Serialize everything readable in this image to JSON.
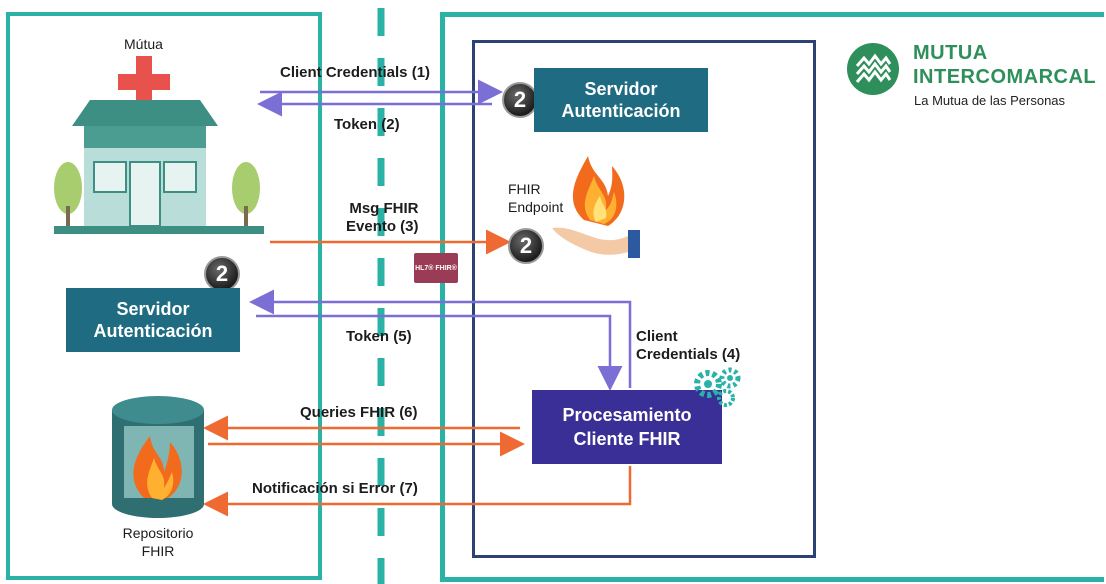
{
  "hospital": {
    "label": "Mútua"
  },
  "auth_server_top": {
    "label_line1": "Servidor",
    "label_line2": "Autenticación",
    "badge": "2"
  },
  "auth_server_left": {
    "label_line1": "Servidor",
    "label_line2": "Autenticación",
    "badge": "2"
  },
  "fhir_endpoint": {
    "label_line1": "FHIR",
    "label_line2": "Endpoint",
    "badge": "2",
    "tag": "HL7® FHIR®"
  },
  "processing": {
    "label_line1": "Procesamiento",
    "label_line2": "Cliente FHIR"
  },
  "repository": {
    "label_line1": "Repositorio",
    "label_line2": "FHIR"
  },
  "logo": {
    "line1": "MUTUA",
    "line2": "INTERCOMARCAL",
    "tagline": "La Mutua de las Personas"
  },
  "flows": {
    "client_credentials_1": "Client Credentials (1)",
    "token_2": "Token (2)",
    "msg_fhir_line1": "Msg FHIR",
    "msg_fhir_line2": "Evento (3)",
    "client_credentials_4_line1": "Client",
    "client_credentials_4_line2": "Credentials (4)",
    "token_5": "Token (5)",
    "queries_6": "Queries FHIR (6)",
    "notification_7": "Notificación si Error (7)"
  },
  "colors": {
    "teal_frame": "#2ab2a6",
    "navy_frame": "#2c4276",
    "purple_arrow": "#7b6fd6",
    "orange_arrow": "#ef6a32",
    "teal_box": "#1e6b82",
    "purple_box": "#3a2f96",
    "brand_green": "#2f8f5b"
  }
}
